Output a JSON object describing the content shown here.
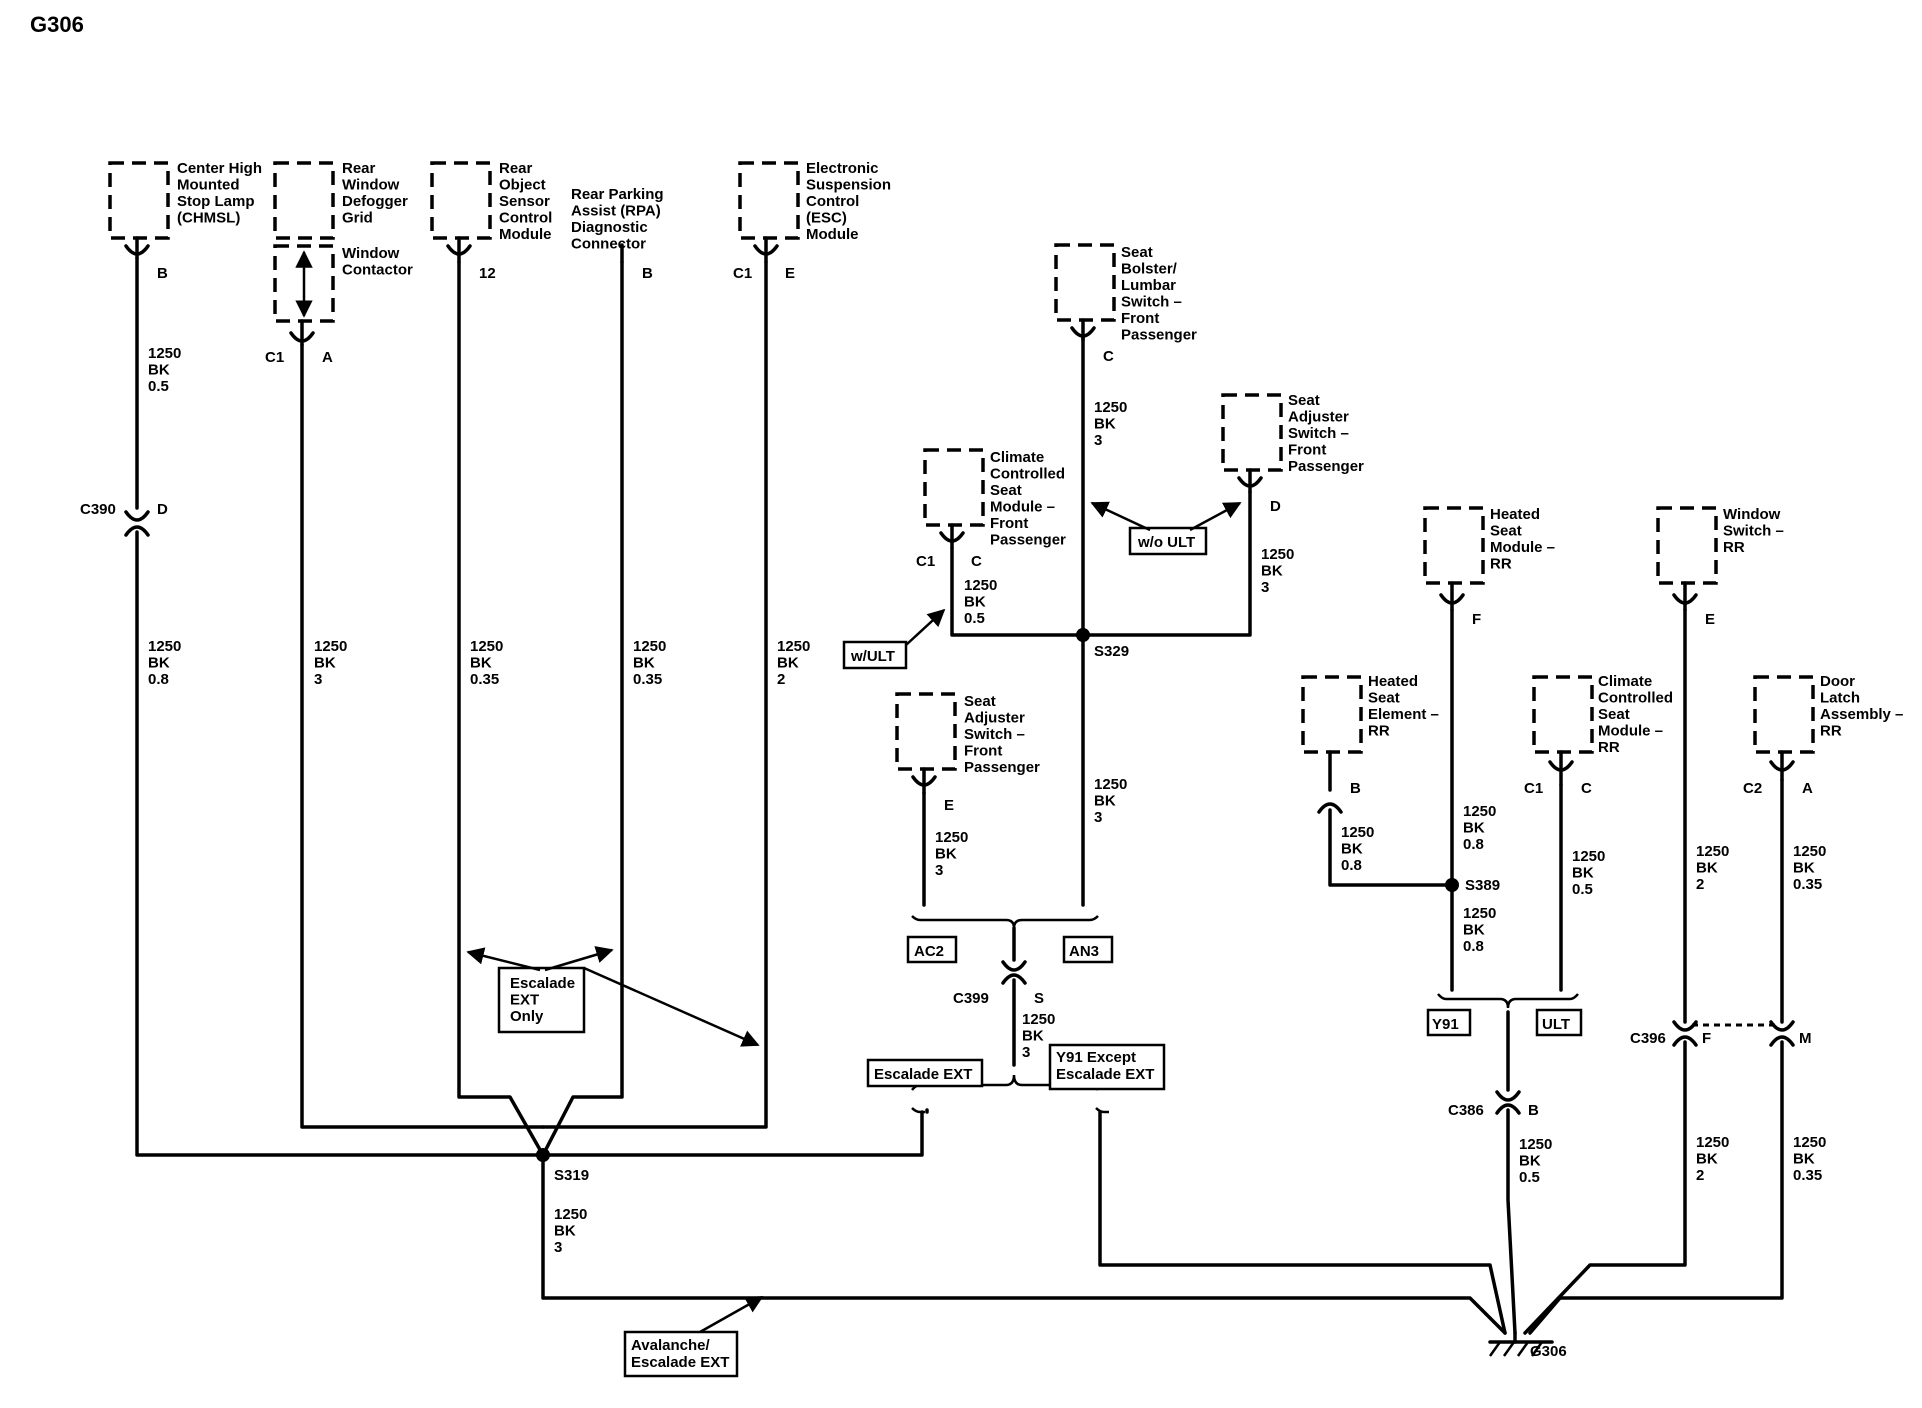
{
  "title": "G306",
  "components": {
    "chmsl": [
      "Center High",
      "Mounted",
      "Stop Lamp",
      "(CHMSL)"
    ],
    "defogger": [
      "Rear",
      "Window",
      "Defogger",
      "Grid"
    ],
    "window_contactor": [
      "Window",
      "Contactor"
    ],
    "rear_object_sensor": [
      "Rear",
      "Object",
      "Sensor",
      "Control",
      "Module"
    ],
    "rpa_connector": [
      "Rear Parking",
      "Assist (RPA)",
      "Diagnostic",
      "Connector"
    ],
    "esc_module": [
      "Electronic",
      "Suspension",
      "Control",
      "(ESC)",
      "Module"
    ],
    "seat_bolster": [
      "Seat",
      "Bolster/",
      "Lumbar",
      "Switch –",
      "Front",
      "Passenger"
    ],
    "seat_adjuster_top": [
      "Seat",
      "Adjuster",
      "Switch –",
      "Front",
      "Passenger"
    ],
    "climate_seat_front": [
      "Climate",
      "Controlled",
      "Seat",
      "Module –",
      "Front",
      "Passenger"
    ],
    "seat_adjuster_bottom": [
      "Seat",
      "Adjuster",
      "Switch –",
      "Front",
      "Passenger"
    ],
    "heated_seat_module_rr": [
      "Heated",
      "Seat",
      "Module –",
      "RR"
    ],
    "window_switch_rr": [
      "Window",
      "Switch –",
      "RR"
    ],
    "heated_seat_element_rr": [
      "Heated",
      "Seat",
      "Element –",
      "RR"
    ],
    "climate_seat_rr": [
      "Climate",
      "Controlled",
      "Seat",
      "Module –",
      "RR"
    ],
    "door_latch_rr": [
      "Door",
      "Latch",
      "Assembly –",
      "RR"
    ]
  },
  "pins": {
    "chmsl": "B",
    "defogger_c1": "C1",
    "defogger": "A",
    "ros": "12",
    "rpa": "B",
    "esc_c1": "C1",
    "esc": "E",
    "c390_label": "C390",
    "c390": "D",
    "bolster": "C",
    "adj_top": "D",
    "climate_front_c1": "C1",
    "climate_front": "C",
    "adj_bottom": "E",
    "heated_module": "F",
    "window_switch": "E",
    "heated_element": "B",
    "climate_rr_c1": "C1",
    "climate_rr": "C",
    "door_latch_c2": "C2",
    "door_latch": "A",
    "c399_label": "C399",
    "c399": "S",
    "c386_label": "C386",
    "c386": "B",
    "c396_label": "C396",
    "c396_f": "F",
    "c396_m": "M"
  },
  "wires": {
    "chmsl_top": [
      "1250",
      "BK",
      "0.5"
    ],
    "chmsl_bottom": [
      "1250",
      "BK",
      "0.8"
    ],
    "defogger": [
      "1250",
      "BK",
      "3"
    ],
    "ros": [
      "1250",
      "BK",
      "0.35"
    ],
    "rpa": [
      "1250",
      "BK",
      "0.35"
    ],
    "esc": [
      "1250",
      "BK",
      "2"
    ],
    "bolster": [
      "1250",
      "BK",
      "3"
    ],
    "adj_top": [
      "1250",
      "BK",
      "3"
    ],
    "climate_front": [
      "1250",
      "BK",
      "0.5"
    ],
    "s329_down": [
      "1250",
      "BK",
      "3"
    ],
    "adj_bottom": [
      "1250",
      "BK",
      "3"
    ],
    "c399": [
      "1250",
      "BK",
      "3"
    ],
    "s319_down": [
      "1250",
      "BK",
      "3"
    ],
    "heated_module": [
      "1250",
      "BK",
      "0.8"
    ],
    "heated_element": [
      "1250",
      "BK",
      "0.8"
    ],
    "s389_down": [
      "1250",
      "BK",
      "0.8"
    ],
    "climate_rr": [
      "1250",
      "BK",
      "0.5"
    ],
    "window_switch": [
      "1250",
      "BK",
      "2"
    ],
    "door_latch": [
      "1250",
      "BK",
      "0.35"
    ],
    "c386": [
      "1250",
      "BK",
      "0.5"
    ],
    "c396_f": [
      "1250",
      "BK",
      "2"
    ],
    "c396_m": [
      "1250",
      "BK",
      "0.35"
    ]
  },
  "splices": {
    "s319": "S319",
    "s329": "S329",
    "s389": "S389"
  },
  "ground": "G306",
  "options": {
    "escalade_ext_only": [
      "Escalade",
      "EXT",
      "Only"
    ],
    "w_ult": "w/ULT",
    "wo_ult": "w/o ULT",
    "ac2": "AC2",
    "an3": "AN3",
    "escalade_ext": "Escalade EXT",
    "y91_except": [
      "Y91 Except",
      "Escalade EXT"
    ],
    "y91": "Y91",
    "ult": "ULT",
    "avalanche": [
      "Avalanche/",
      "Escalade EXT"
    ]
  }
}
